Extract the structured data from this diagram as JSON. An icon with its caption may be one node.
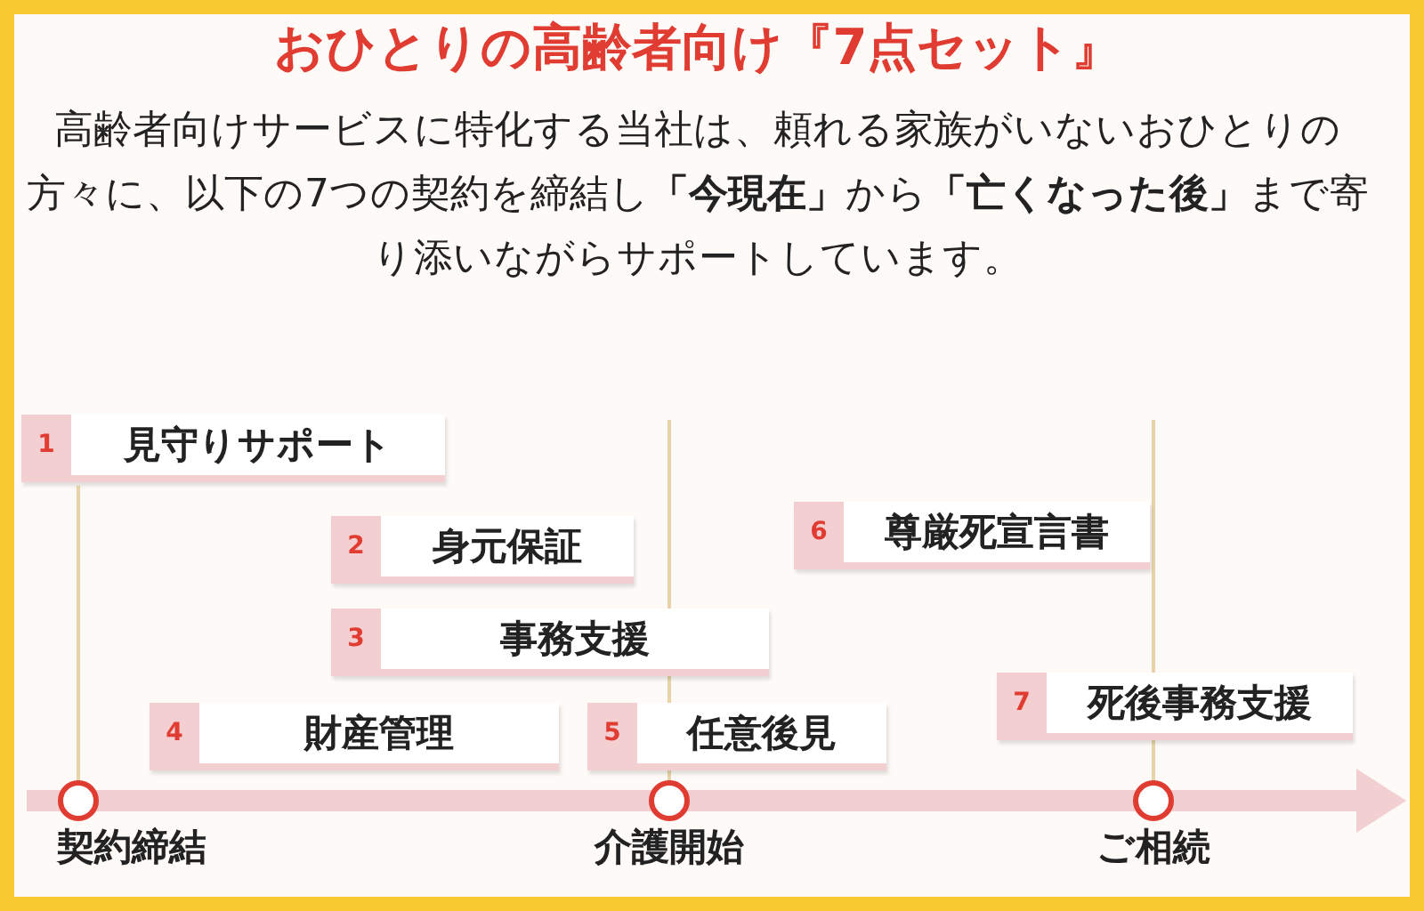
{
  "diagram": {
    "title": "おひとりの高齢者向け『7点セット』",
    "nodes": [
      {
        "text": [
          "1",
          "見守りサポート"
        ]
      },
      {
        "text": [
          "2",
          "身元保証"
        ]
      },
      {
        "text": [
          "3",
          "事務支援"
        ]
      },
      {
        "text": [
          "4",
          "財産管理"
        ]
      },
      {
        "text": [
          "5",
          "任意後見"
        ]
      },
      {
        "text": [
          "6",
          "尊厳死宣言書"
        ]
      },
      {
        "text": [
          "7",
          "死後事務支援"
        ]
      },
      {
        "text": [
          "契約締結"
        ]
      },
      {
        "text": [
          "介護開始"
        ]
      },
      {
        "text": [
          "ご相続"
        ]
      }
    ],
    "edges": [
      {
        "from": 0,
        "to": 7,
        "arrow": "none"
      }
    ],
    "labels": [
      "高齢者向けサービスに特化する当社は、頼れる家族がいないおひとりの方々に、以下の7つの契約を締結し**「今現在」**から**「亡くなった後」**まで寄り添いながらサポートしています。"
    ]
  }
}
